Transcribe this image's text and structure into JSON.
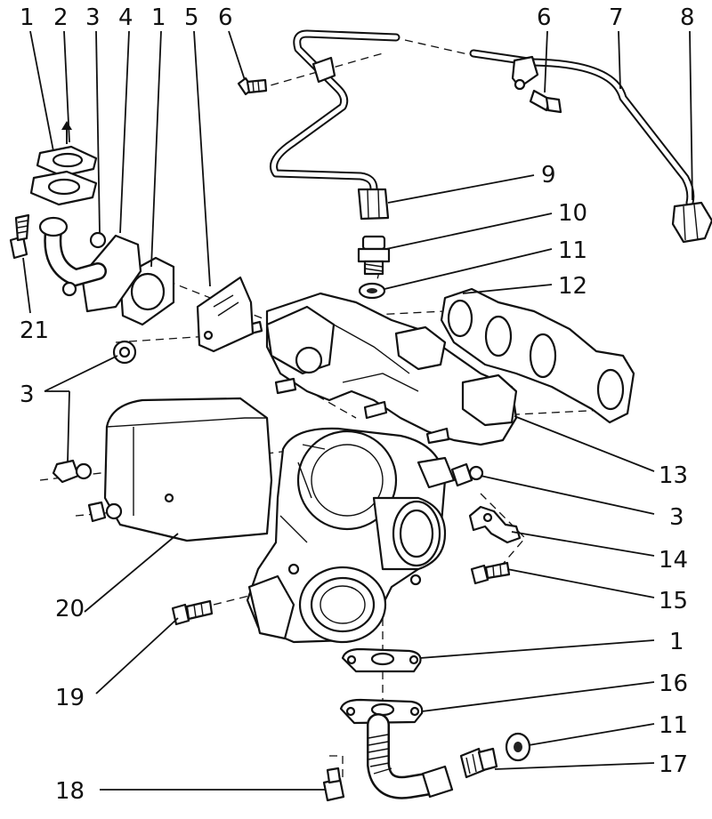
{
  "diagram": {
    "callouts": [
      {
        "id": "c1a",
        "text": "1"
      },
      {
        "id": "c2",
        "text": "2"
      },
      {
        "id": "c3a",
        "text": "3"
      },
      {
        "id": "c4",
        "text": "4"
      },
      {
        "id": "c1b",
        "text": "1"
      },
      {
        "id": "c5",
        "text": "5"
      },
      {
        "id": "c6a",
        "text": "6"
      },
      {
        "id": "c6b",
        "text": "6"
      },
      {
        "id": "c7",
        "text": "7"
      },
      {
        "id": "c8",
        "text": "8"
      },
      {
        "id": "c9",
        "text": "9"
      },
      {
        "id": "c10",
        "text": "10"
      },
      {
        "id": "c11a",
        "text": "11"
      },
      {
        "id": "c12",
        "text": "12"
      },
      {
        "id": "c21",
        "text": "21"
      },
      {
        "id": "c3b",
        "text": "3"
      },
      {
        "id": "c13",
        "text": "13"
      },
      {
        "id": "c3c",
        "text": "3"
      },
      {
        "id": "c14",
        "text": "14"
      },
      {
        "id": "c15",
        "text": "15"
      },
      {
        "id": "c20",
        "text": "20"
      },
      {
        "id": "c19",
        "text": "19"
      },
      {
        "id": "c1c",
        "text": "1"
      },
      {
        "id": "c16",
        "text": "16"
      },
      {
        "id": "c11b",
        "text": "11"
      },
      {
        "id": "c17",
        "text": "17"
      },
      {
        "id": "c18",
        "text": "18"
      }
    ]
  }
}
